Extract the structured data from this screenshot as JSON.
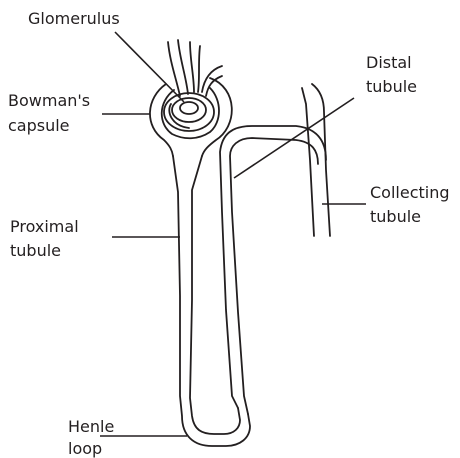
{
  "diagram": {
    "labels": {
      "glomerulus": "Glomerulus",
      "bowmans_line1": "Bowman's",
      "bowmans_line2": "capsule",
      "distal_line1": "Distal",
      "distal_line2": "tubule",
      "collecting_line1": "Collecting",
      "collecting_line2": "tubule",
      "proximal_line1": "Proximal",
      "proximal_line2": "tubule",
      "henle_line1": "Henle",
      "henle_line2": "loop"
    }
  }
}
